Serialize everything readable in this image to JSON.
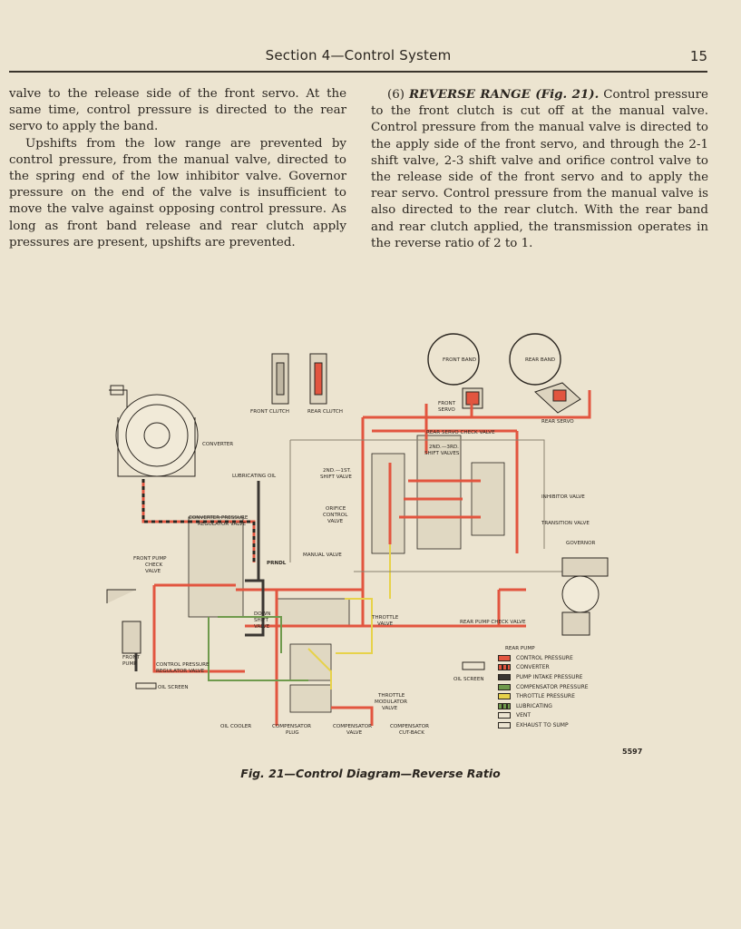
{
  "header": {
    "title": "Section 4—Control System",
    "page_number": "15"
  },
  "left_column": {
    "p1": "valve to the release side of the front servo. At the same time, control pressure is directed to the rear servo to apply the band.",
    "p2": "Upshifts from the low range are prevented by control pressure, from the manual valve, directed to the spring end of the low inhibitor valve. Governor pressure on the end of the valve is insufficient to move the valve against opposing control pressure. As long as front band release and rear clutch apply pressures are present, upshifts are prevented."
  },
  "right_column": {
    "num": "(6) ",
    "heading": "REVERSE RANGE (Fig. 21).",
    "body": " Control pressure to the front clutch is cut off at the manual valve. Control pressure from the manual valve is directed to the apply side of the front servo, and through the 2-1 shift valve, 2-3 shift valve and orifice control valve to the release side of the front servo and to apply the rear servo. Control pressure from the manual valve is also directed to the rear clutch. With the rear band and rear clutch applied, the transmission operates in the reverse ratio of 2 to 1."
  },
  "diagram": {
    "labels": {
      "front_band": "FRONT BAND",
      "rear_band": "REAR BAND",
      "front_clutch": "FRONT CLUTCH",
      "rear_clutch": "REAR CLUTCH",
      "front_servo_1": "FRONT",
      "front_servo_2": "SERVO",
      "rear_servo": "REAR SERVO",
      "rear_servo_check": "REAR SERVO CHECK VALVE",
      "converter": "CONVERTER",
      "shift_23_1": "2ND.—3RD.",
      "shift_23_2": "SHIFT VALVES",
      "lubricating_oil": "LUBRICATING OIL",
      "shift_21_1": "2ND.—1ST.",
      "shift_21_2": "SHIFT VALVE",
      "inhibitor": "INHIBITOR VALVE",
      "orifice_1": "ORIFICE",
      "orifice_2": "CONTROL",
      "orifice_3": "VALVE",
      "transition": "TRANSITION VALVE",
      "conv_reg_1": "CONVERTER PRESSURE",
      "conv_reg_2": "REGULATOR VALVE",
      "governor": "GOVERNOR",
      "manual_valve": "MANUAL VALVE",
      "front_pump_check_1": "FRONT PUMP",
      "front_pump_check_2": "CHECK",
      "front_pump_check_3": "VALVE",
      "prndl": "PRNDL",
      "down_1": "DOWN",
      "down_2": "SHIFT",
      "down_3": "VALVE",
      "throttle_1": "THROTTLE",
      "throttle_2": "VALVE",
      "rear_pump_check": "REAR PUMP CHECK VALVE",
      "front_pump_1": "FRONT",
      "front_pump_2": "PUMP",
      "ctrl_reg_1": "CONTROL PRESSURE",
      "ctrl_reg_2": "REGULATOR VALVE",
      "rear_pump": "REAR PUMP",
      "oil_screen_left": "OIL SCREEN",
      "oil_screen_right": "OIL SCREEN",
      "thr_mod_1": "THROTTLE",
      "thr_mod_2": "MODULATOR",
      "thr_mod_3": "VALVE",
      "oil_cooler": "OIL COOLER",
      "comp_plug_1": "COMPENSATOR",
      "comp_plug_2": "PLUG",
      "comp_valve_1": "COMPENSATOR",
      "comp_valve_2": "VALVE",
      "comp_cut_1": "COMPENSATOR",
      "comp_cut_2": "CUT-BACK"
    },
    "legend": [
      {
        "label": "CONTROL PRESSURE",
        "color": "#e2553f",
        "pattern": "solid"
      },
      {
        "label": "CONVERTER",
        "color": "#e2553f",
        "pattern": "striped"
      },
      {
        "label": "PUMP INTAKE PRESSURE",
        "color": "#3a3632",
        "pattern": "solid"
      },
      {
        "label": "COMPENSATOR PRESSURE",
        "color": "#6f9a4c",
        "pattern": "solid"
      },
      {
        "label": "THROTTLE PRESSURE",
        "color": "#e7d24a",
        "pattern": "solid"
      },
      {
        "label": "LUBRICATING",
        "color": "#6f9a4c",
        "pattern": "striped"
      },
      {
        "label": "VENT",
        "color": "#ece4d0",
        "pattern": "solid"
      },
      {
        "label": "EXHAUST TO SUMP",
        "color": "#ece4d0",
        "pattern": "solid"
      }
    ],
    "code": "5597"
  },
  "caption": "Fig. 21—Control Diagram—Reverse Ratio",
  "colors": {
    "control_pressure": "#e2553f",
    "pump_intake": "#3a3632",
    "compensator": "#6f9a4c",
    "throttle": "#e7d24a",
    "paper": "#ece4d0"
  }
}
